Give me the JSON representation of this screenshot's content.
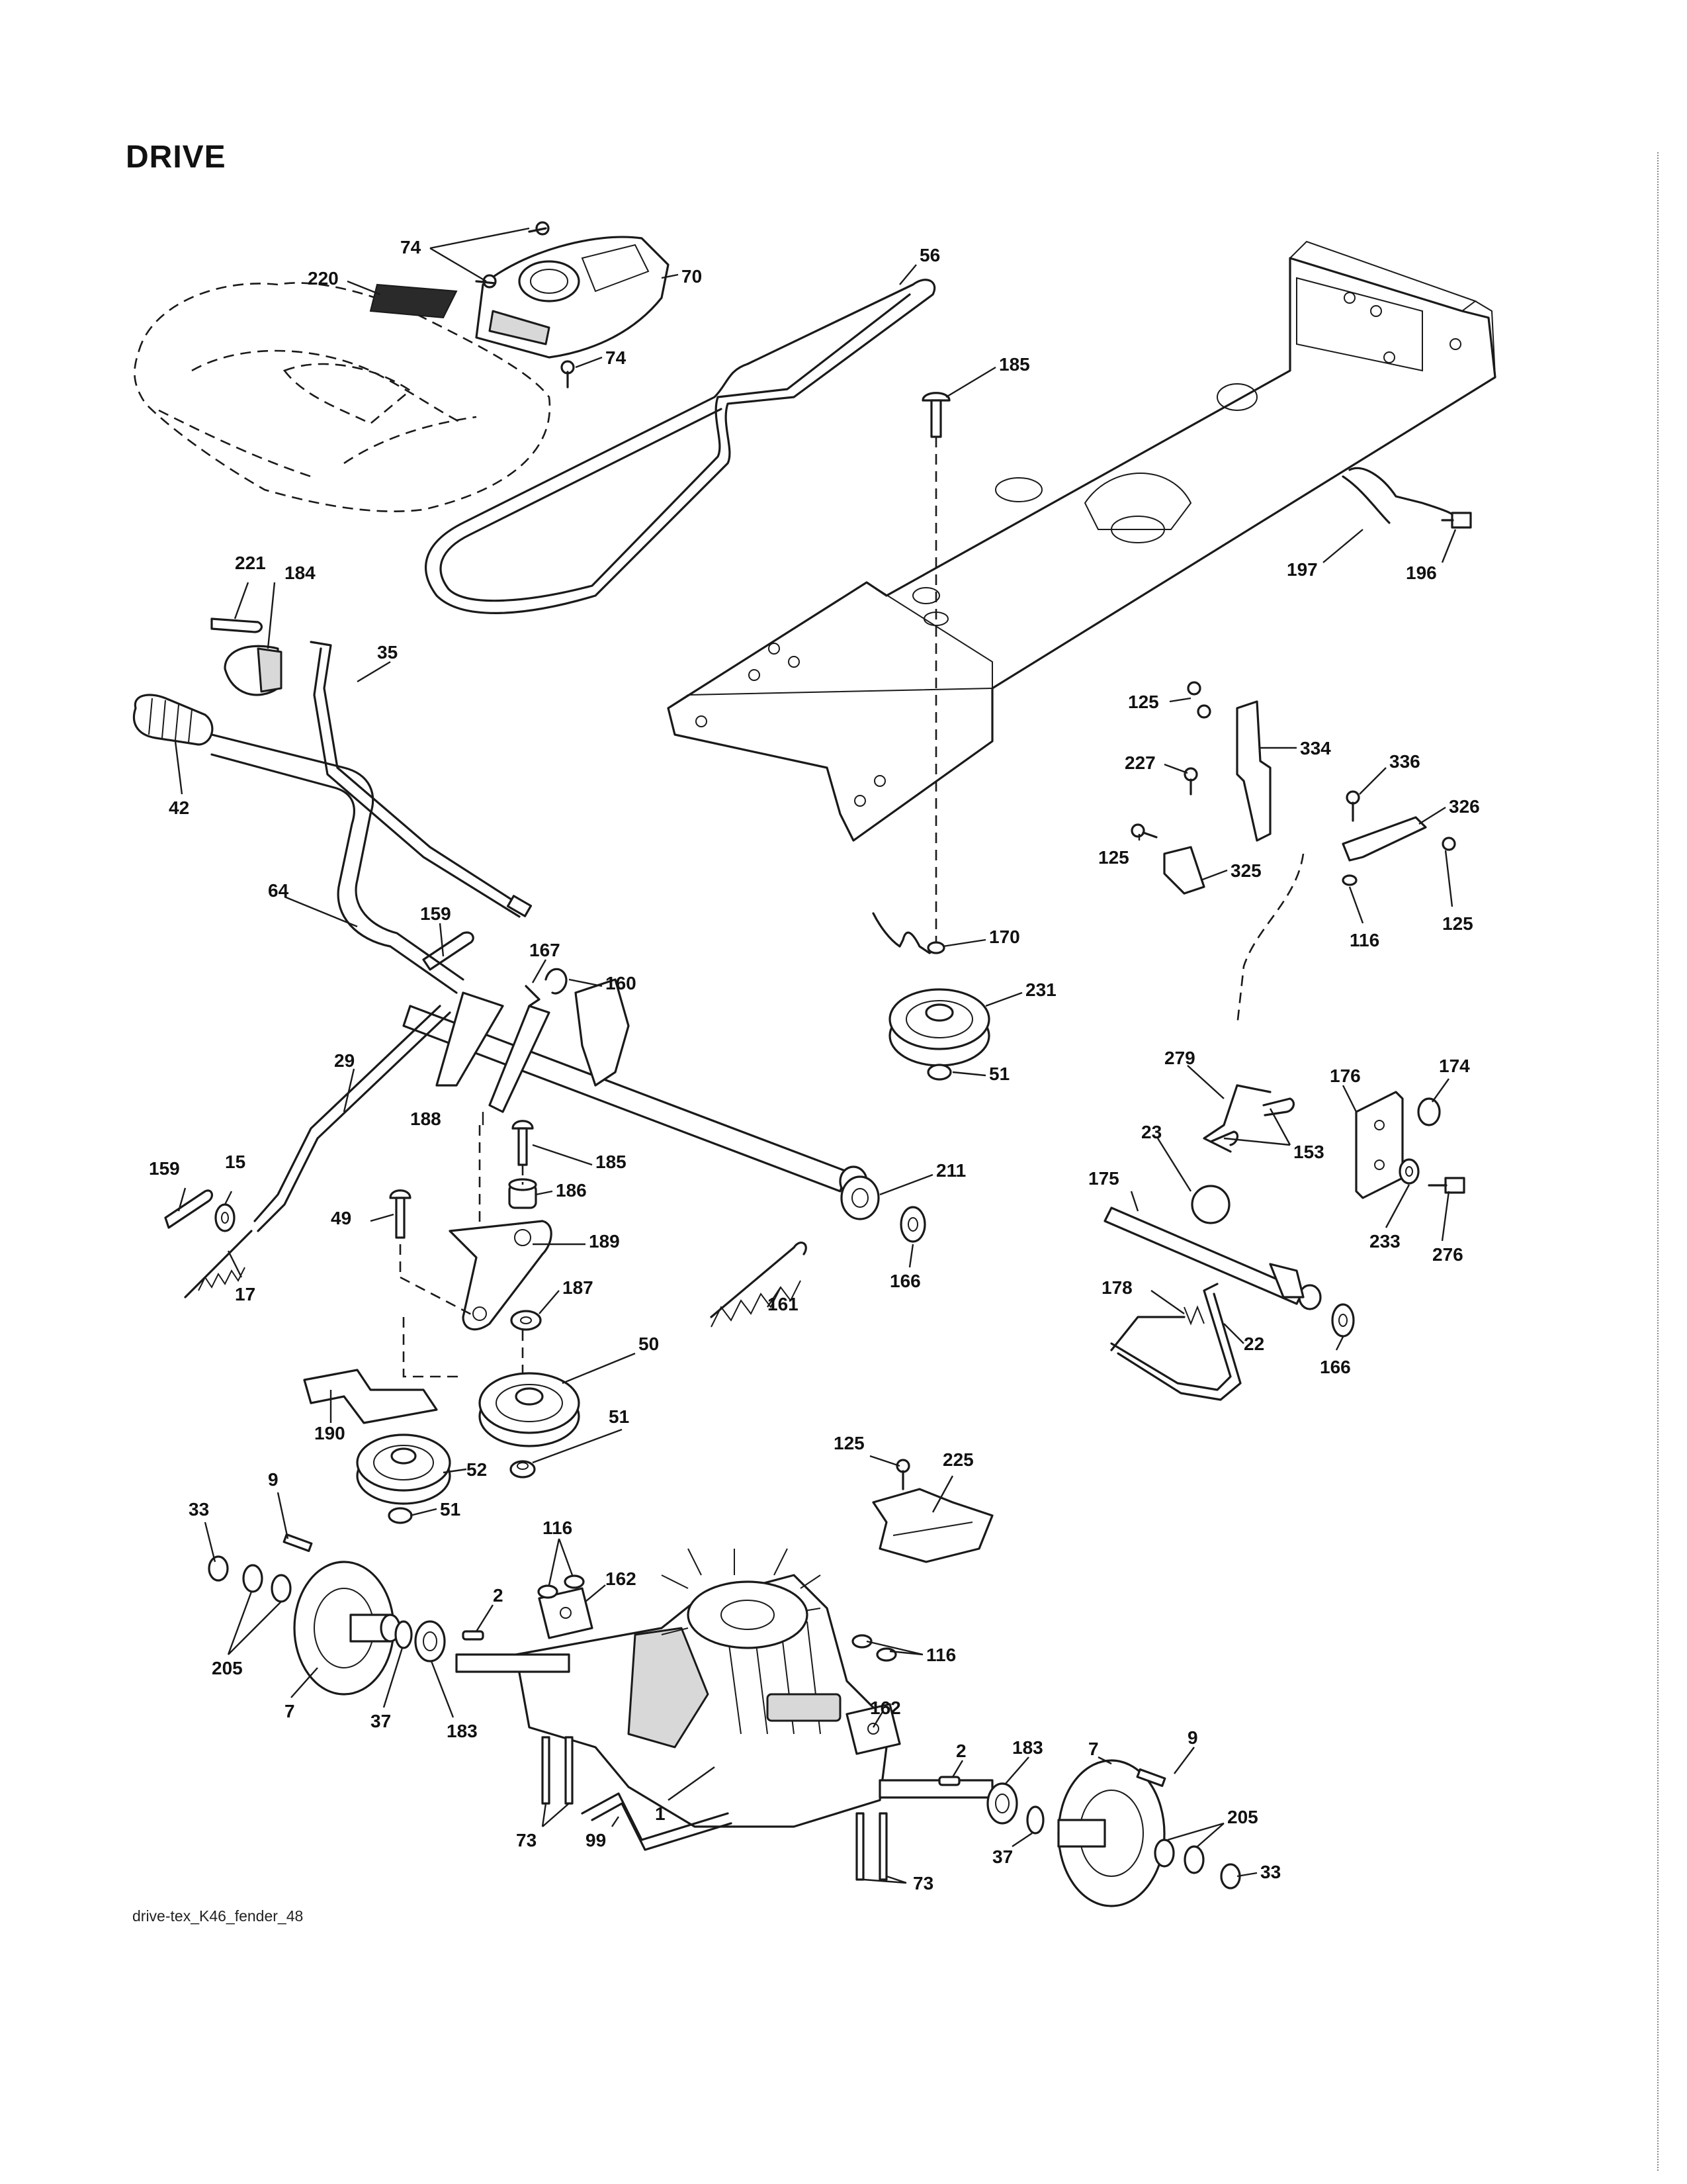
{
  "page": {
    "title": "DRIVE",
    "drawing_id": "drive-tex_K46_fender_48"
  },
  "callouts": [
    {
      "label": "74"
    },
    {
      "label": "70"
    },
    {
      "label": "220"
    },
    {
      "label": "74"
    },
    {
      "label": "56"
    },
    {
      "label": "185"
    },
    {
      "label": "197"
    },
    {
      "label": "196"
    },
    {
      "label": "221"
    },
    {
      "label": "184"
    },
    {
      "label": "35"
    },
    {
      "label": "42"
    },
    {
      "label": "125"
    },
    {
      "label": "334"
    },
    {
      "label": "227"
    },
    {
      "label": "336"
    },
    {
      "label": "326"
    },
    {
      "label": "125"
    },
    {
      "label": "325"
    },
    {
      "label": "125"
    },
    {
      "label": "116"
    },
    {
      "label": "64"
    },
    {
      "label": "159"
    },
    {
      "label": "170"
    },
    {
      "label": "167"
    },
    {
      "label": "160"
    },
    {
      "label": "231"
    },
    {
      "label": "51"
    },
    {
      "label": "29"
    },
    {
      "label": "279"
    },
    {
      "label": "176"
    },
    {
      "label": "174"
    },
    {
      "label": "188"
    },
    {
      "label": "185"
    },
    {
      "label": "23"
    },
    {
      "label": "153"
    },
    {
      "label": "159"
    },
    {
      "label": "15"
    },
    {
      "label": "186"
    },
    {
      "label": "211"
    },
    {
      "label": "175"
    },
    {
      "label": "233"
    },
    {
      "label": "49"
    },
    {
      "label": "189"
    },
    {
      "label": "276"
    },
    {
      "label": "17"
    },
    {
      "label": "166"
    },
    {
      "label": "187"
    },
    {
      "label": "161"
    },
    {
      "label": "178"
    },
    {
      "label": "22"
    },
    {
      "label": "50"
    },
    {
      "label": "166"
    },
    {
      "label": "190"
    },
    {
      "label": "51"
    },
    {
      "label": "125"
    },
    {
      "label": "225"
    },
    {
      "label": "9"
    },
    {
      "label": "52"
    },
    {
      "label": "33"
    },
    {
      "label": "51"
    },
    {
      "label": "116"
    },
    {
      "label": "162"
    },
    {
      "label": "205"
    },
    {
      "label": "2"
    },
    {
      "label": "116"
    },
    {
      "label": "7"
    },
    {
      "label": "37"
    },
    {
      "label": "183"
    },
    {
      "label": "162"
    },
    {
      "label": "9"
    },
    {
      "label": "2"
    },
    {
      "label": "183"
    },
    {
      "label": "7"
    },
    {
      "label": "1"
    },
    {
      "label": "205"
    },
    {
      "label": "73"
    },
    {
      "label": "99"
    },
    {
      "label": "33"
    },
    {
      "label": "37"
    },
    {
      "label": "73"
    }
  ]
}
